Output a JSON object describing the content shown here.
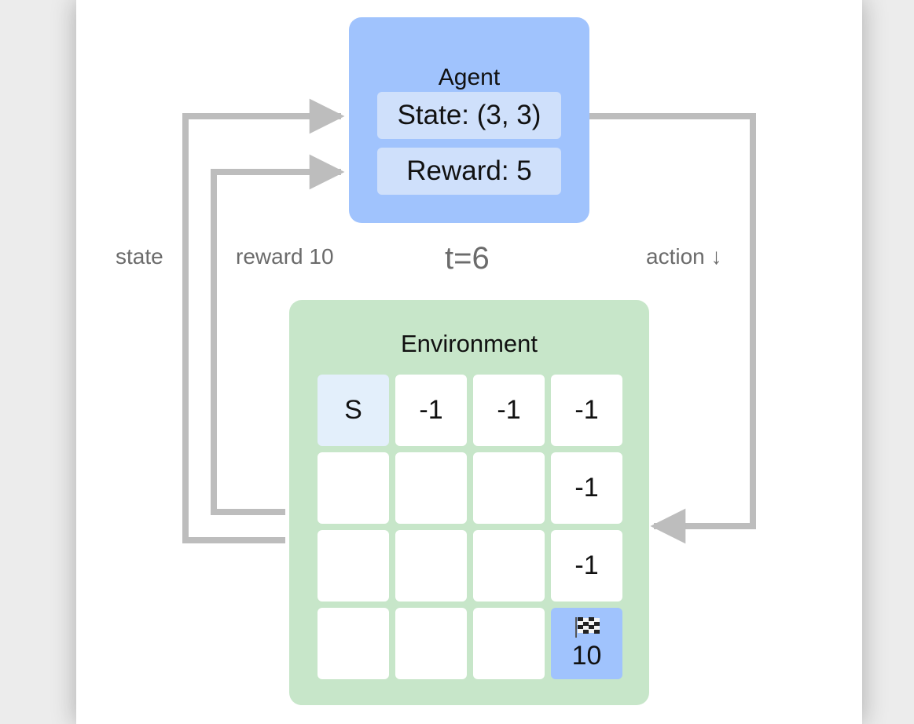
{
  "agent": {
    "title": "Agent",
    "state_text": "State: (3, 3)",
    "reward_text": "Reward: 5"
  },
  "labels": {
    "state": "state",
    "reward": "reward 10",
    "action": "action ↓",
    "time": "t=6"
  },
  "environment": {
    "title": "Environment",
    "grid": [
      [
        "S",
        "-1",
        "-1",
        "-1"
      ],
      [
        "",
        "",
        "",
        "-1"
      ],
      [
        "",
        "",
        "",
        "-1"
      ],
      [
        "",
        "",
        "",
        "10"
      ]
    ],
    "start_cell": [
      0,
      0
    ],
    "goal_cell": [
      3,
      3
    ],
    "goal_icon": "checkered-flag-icon"
  },
  "colors": {
    "agent_box": "#a0c3fd",
    "agent_field": "#cfe0fb",
    "environment_box": "#c7e6c9",
    "start_cell": "#e3effb",
    "goal_cell": "#a0c3fd",
    "arrow": "#bdbdbd",
    "label_text": "#6b6b6b"
  }
}
